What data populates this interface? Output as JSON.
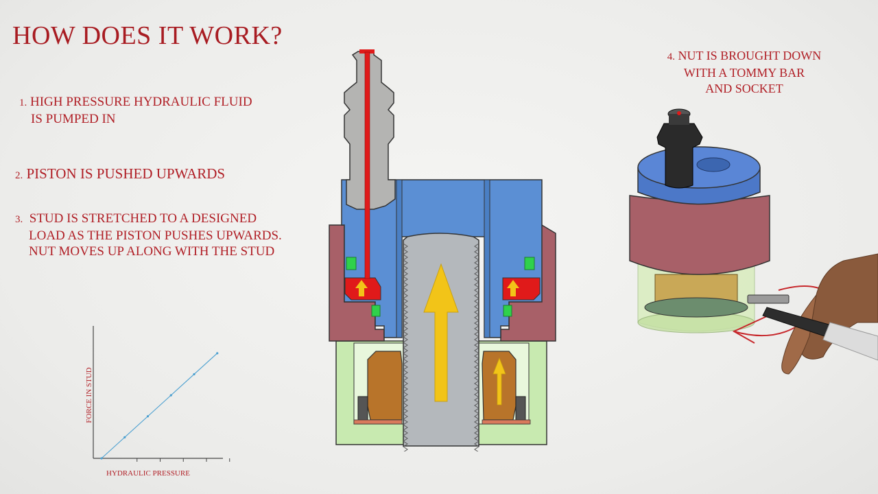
{
  "title": "HOW DOES IT WORK?",
  "steps": {
    "s1_num": "1.",
    "s1_line1": "HIGH PRESSURE HYDRAULIC FLUID",
    "s1_line2": "IS PUMPED IN",
    "s2_num": "2.",
    "s2_line1": "PISTON IS PUSHED UPWARDS",
    "s3_num": "3.",
    "s3_line1": "STUD IS STRETCHED TO A DESIGNED",
    "s3_line2": "LOAD AS THE PISTON PUSHES UPWARDS.",
    "s3_line3": "NUT MOVES UP ALONG WITH THE STUD",
    "s4_num": "4.",
    "s4_line1": "NUT IS BROUGHT DOWN",
    "s4_line2": "WITH A TOMMY BAR",
    "s4_line3": "AND SOCKET"
  },
  "chart_data": {
    "type": "line",
    "xlabel": "HYDRAULIC PRESSURE",
    "ylabel": "FORCE IN STUD",
    "x": [
      0,
      1,
      2,
      3,
      4,
      5
    ],
    "series": [
      {
        "values": [
          0,
          1,
          2,
          3,
          4,
          5
        ]
      }
    ],
    "xlim": [
      0,
      5.6
    ],
    "ylim": [
      0,
      6.3
    ],
    "grid": false,
    "color": "#4a9fd0"
  },
  "colors": {
    "text_red": "#b01e25",
    "piston_blue": "#5b8fd4",
    "housing_maroon": "#a86068",
    "bridge_green": "#c8eab0",
    "nut_bronze": "#b8742a",
    "stud_grey": "#b4b8bc",
    "arrow_yellow": "#f2c418",
    "fluid_red": "#e01a1a",
    "seal_green": "#2fd14b"
  }
}
